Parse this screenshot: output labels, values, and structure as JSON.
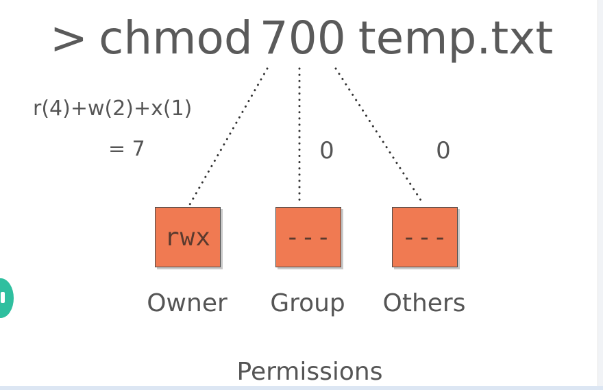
{
  "command": {
    "prompt": ">",
    "name": "chmod",
    "mode": "700",
    "file": "temp.txt"
  },
  "formula": {
    "expression": "r(4)+w(2)+x(1)",
    "result": "= 7"
  },
  "digits": {
    "group": "0",
    "others": "0"
  },
  "permissions": [
    {
      "value": "rwx",
      "label": "Owner"
    },
    {
      "value": "---",
      "label": "Group"
    },
    {
      "value": "---",
      "label": "Others"
    }
  ],
  "section_label": "Permissions",
  "colors": {
    "box_fill": "#f07a52",
    "text": "#555555",
    "badge": "#2fbf9f"
  }
}
